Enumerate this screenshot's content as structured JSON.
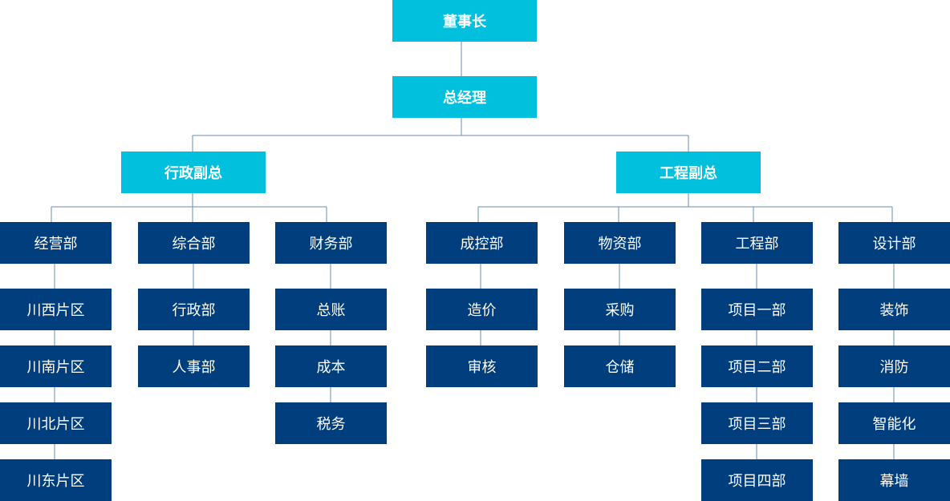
{
  "chairman": "董事长",
  "general_manager": "总经理",
  "vp_admin": "行政副总",
  "vp_engineering": "工程副总",
  "departments": [
    {
      "name": "经营部",
      "children": [
        "川西片区",
        "川南片区",
        "川北片区",
        "川东片区"
      ]
    },
    {
      "name": "综合部",
      "children": [
        "行政部",
        "人事部"
      ]
    },
    {
      "name": "财务部",
      "children": [
        "总账",
        "成本",
        "税务"
      ]
    },
    {
      "name": "成控部",
      "children": [
        "造价",
        "审核"
      ]
    },
    {
      "name": "物资部",
      "children": [
        "采购",
        "仓储"
      ]
    },
    {
      "name": "工程部",
      "children": [
        "项目一部",
        "项目二部",
        "项目三部",
        "项目四部"
      ]
    },
    {
      "name": "设计部",
      "children": [
        "装饰",
        "消防",
        "智能化",
        "幕墙"
      ]
    }
  ],
  "colors": {
    "top_box": "#00c0de",
    "dept_box": "#003e7e",
    "connector": "#6a8fb6"
  }
}
